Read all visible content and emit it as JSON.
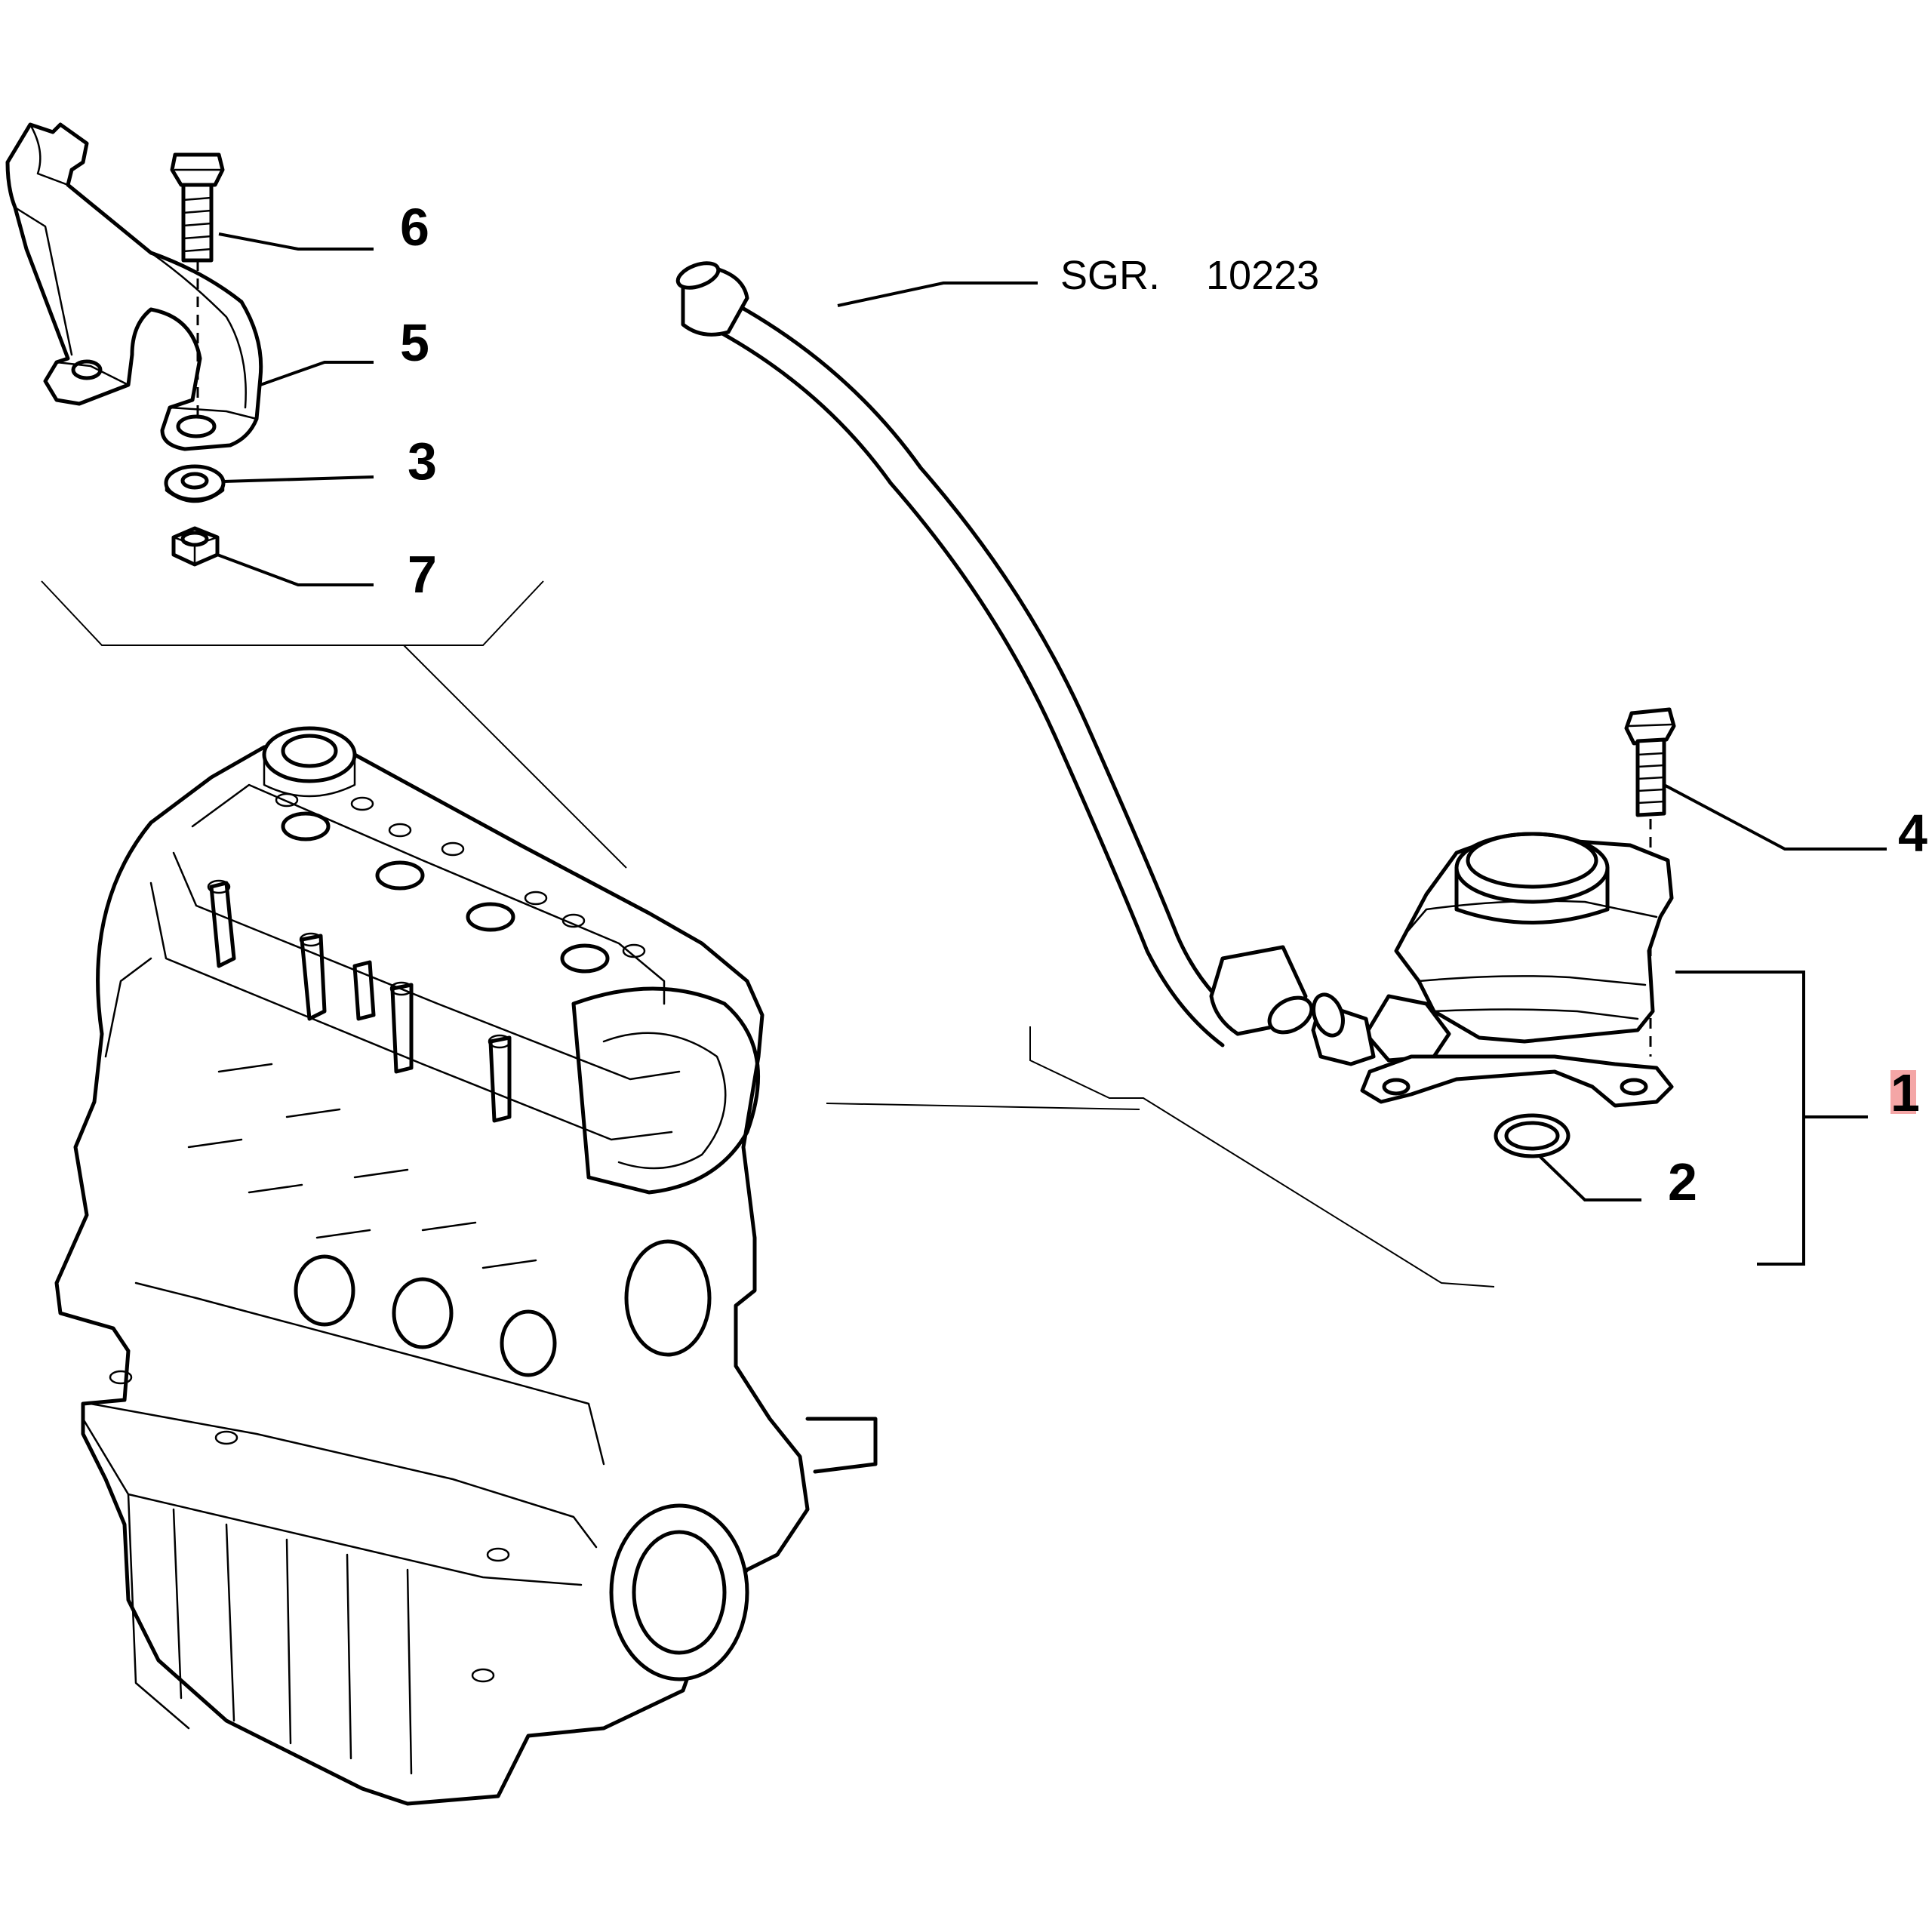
{
  "diagram": {
    "callouts": {
      "c1": "1",
      "c2": "2",
      "c3": "3",
      "c4": "4",
      "c5": "5",
      "c6": "6",
      "c7": "7"
    },
    "reference": {
      "prefix": "SGR.",
      "number": "10223"
    },
    "highlight_color": "#f4a6a6",
    "highlighted_callout": "1"
  }
}
